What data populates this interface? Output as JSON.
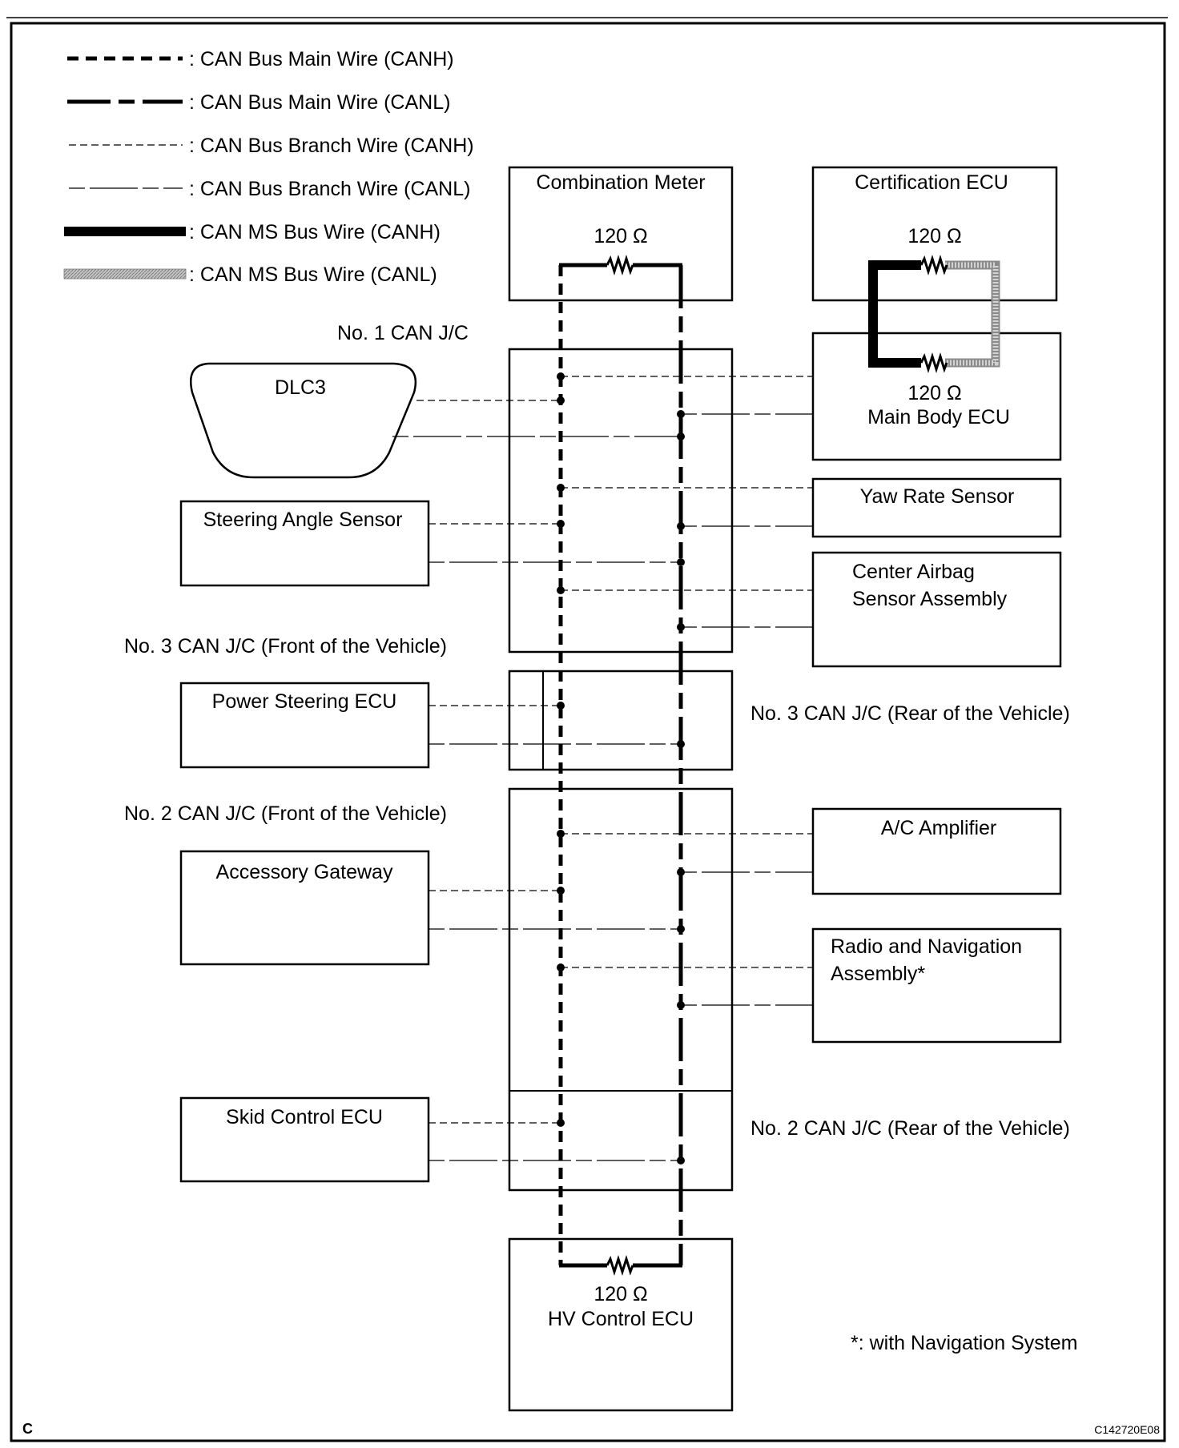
{
  "legend": {
    "main_canh": ": CAN Bus Main Wire (CANH)",
    "main_canl": ": CAN Bus Main Wire (CANL)",
    "branch_canh": ": CAN Bus Branch Wire (CANH)",
    "branch_canl": ": CAN Bus Branch Wire (CANL)",
    "ms_canh": ": CAN MS Bus Wire (CANH)",
    "ms_canl": ": CAN MS Bus Wire (CANL)"
  },
  "ecus": {
    "combination_meter": "Combination Meter",
    "certification_ecu": "Certification ECU",
    "main_body_ecu": "Main Body ECU",
    "dlc3": "DLC3",
    "steering_angle_sensor": "Steering Angle Sensor",
    "yaw_rate_sensor": "Yaw Rate Sensor",
    "center_airbag_line1": "Center Airbag",
    "center_airbag_line2": "Sensor Assembly",
    "power_steering_ecu": "Power Steering ECU",
    "ac_amplifier": "A/C Amplifier",
    "accessory_gateway": "Accessory Gateway",
    "radio_nav_line1": "Radio and Navigation",
    "radio_nav_line2": "Assembly*",
    "skid_control_ecu": "Skid Control ECU",
    "hv_control_ecu": "HV Control ECU"
  },
  "junctions": {
    "jc1": "No. 1 CAN J/C",
    "jc3_front": "No. 3  CAN J/C (Front of the Vehicle)",
    "jc3_rear": "No. 3 CAN J/C (Rear of the Vehicle)",
    "jc2_front": "No. 2 CAN J/C (Front of the Vehicle)",
    "jc2_rear": "No. 2 CAN J/C (Rear of the Vehicle)"
  },
  "resistors": {
    "meter": "120 Ω",
    "cert_top": "120 Ω",
    "cert_bottom": "120 Ω",
    "hv": "120 Ω"
  },
  "notes": {
    "footnote": "*: with Navigation System",
    "corner_letter": "C",
    "figure_code": "C142720E08"
  }
}
